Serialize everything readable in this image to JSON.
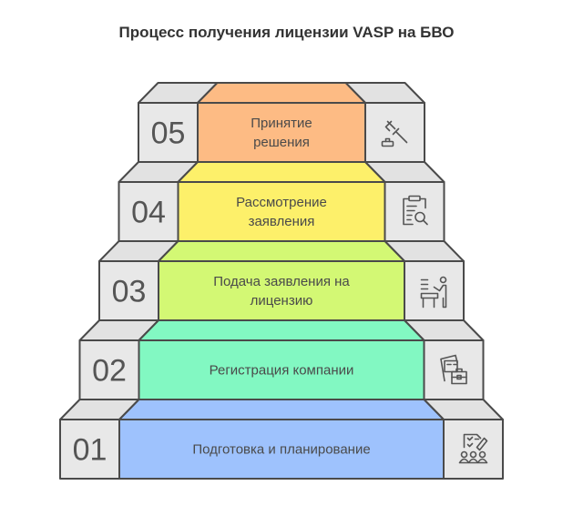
{
  "title": "Процесс получения лицензии VASP на БВО",
  "steps": [
    {
      "number": "01",
      "lines": [
        "Подготовка и планирование"
      ],
      "color": "#9ec2fd",
      "icon": "planning-team-icon"
    },
    {
      "number": "02",
      "lines": [
        "Регистрация компании"
      ],
      "color": "#82f8c2",
      "icon": "company-registration-icon"
    },
    {
      "number": "03",
      "lines": [
        "Подача заявления на",
        "лицензию"
      ],
      "color": "#d3f874",
      "icon": "person-at-desk-icon"
    },
    {
      "number": "04",
      "lines": [
        "Рассмотрение",
        "заявления"
      ],
      "color": "#fdf06a",
      "icon": "clipboard-search-icon"
    },
    {
      "number": "05",
      "lines": [
        "Принятие",
        "решения"
      ],
      "color": "#fdbb84",
      "icon": "gavel-icon"
    }
  ],
  "colors": {
    "box": "#e8e8e8",
    "boxTop": "#e2e2e2",
    "stroke": "#4a4a4a"
  }
}
